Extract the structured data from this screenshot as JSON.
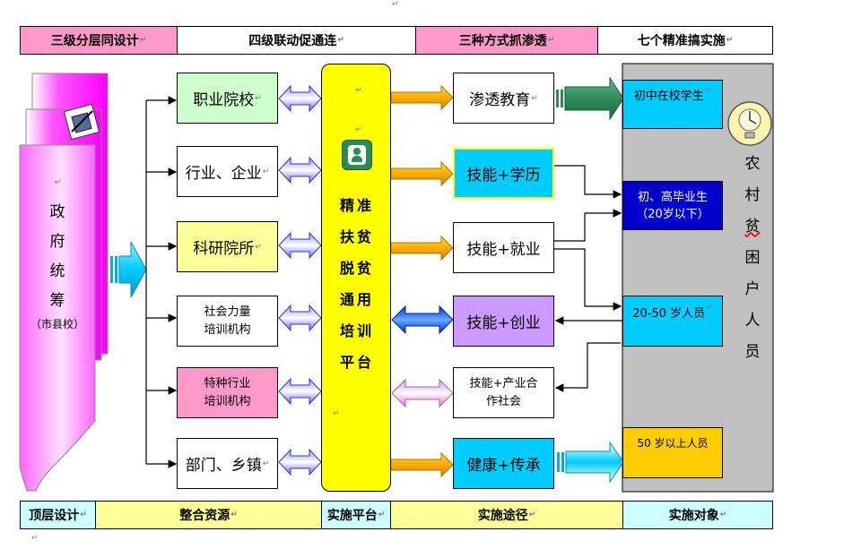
{
  "top_row": [
    "三级分层同设计",
    "四级联动促通连",
    "三种方式抓渗透",
    "七个精准搞实施"
  ],
  "bottom_row": [
    "顶层设计",
    "整合资源",
    "实施平台",
    "实施途径",
    "实施对象"
  ],
  "government": {
    "chars": [
      "政",
      "府",
      "统",
      "筹"
    ],
    "sub": "（市县校）"
  },
  "resources": [
    "职业院校",
    "行业、企业",
    "科研院所",
    "社会力量\n培训机构",
    "特种行业\n培训机构",
    "部门、乡镇"
  ],
  "platform_chars": [
    "精准",
    "扶贫",
    "脱贫",
    "通用",
    "培训",
    "平台"
  ],
  "approaches": [
    "渗透教育",
    "技能+学历",
    "技能+就业",
    "技能+创业",
    "技能+产业合\n作社会",
    "健康+传承"
  ],
  "targets": [
    "初中在校学生",
    "初、高毕业生\n（20岁以下）",
    "20-50 岁人员",
    "50 岁以上人员"
  ],
  "target_group_chars": [
    "农",
    "村",
    "贫",
    "困",
    "户",
    "人",
    "员"
  ],
  "colors": {
    "pink": "#ff99cc",
    "yellow_light": "#ffff99",
    "cyan": "#00ccff",
    "navy": "#0000cc",
    "lilac": "#cc99ff",
    "green_light": "#ccffcc",
    "gray": "#c0c0c0",
    "gold": "#ffcc00",
    "cyan_light": "#ccffff",
    "platform": "#ffff00",
    "magenta": "#ff66ff"
  },
  "icons": [
    "clipboard-icon",
    "person-badge-icon",
    "lightbulb-clock-icon"
  ]
}
